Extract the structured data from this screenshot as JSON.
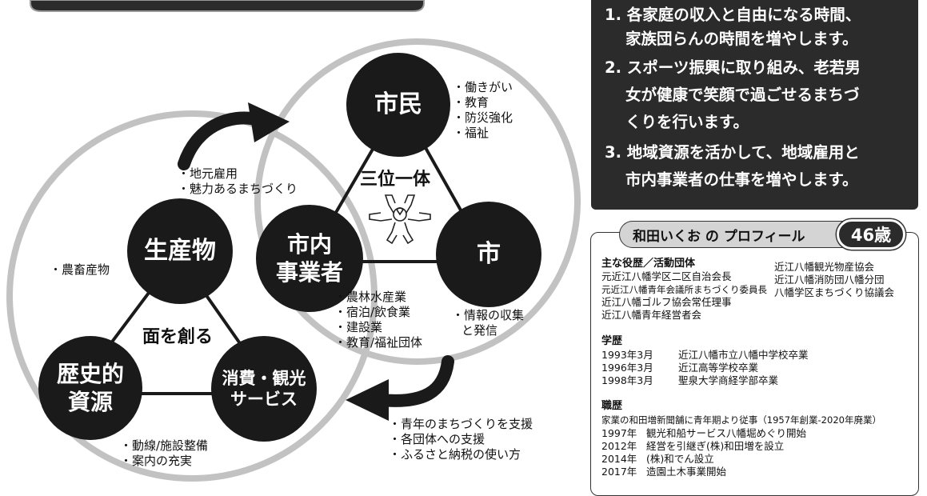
{
  "diagram": {
    "nodes": {
      "shimin": "市民",
      "shinai_line1": "市内",
      "shinai_line2": "事業者",
      "shi": "市",
      "seisanbutsu": "生産物",
      "rekishi_line1": "歴史的",
      "rekishi_line2": "資源",
      "shohi_line1": "消費・観光",
      "shohi_line2": "サービス"
    },
    "center_labels": {
      "sanmi": "三位一体",
      "men": "面を創る"
    },
    "shimin_items": [
      "・働きがい",
      "・教育",
      "・防災強化",
      "・福祉"
    ],
    "chigen_items": [
      "・地元雇用",
      "・魅力あるまちづくり"
    ],
    "nochiku_item": "・農畜産物",
    "jigyosha_items": [
      "・農林水産業",
      "・宿泊/飲食業",
      "・建設業",
      "・教育/福祉団体"
    ],
    "shi_items": [
      "・情報の収集",
      "と発信"
    ],
    "rekishi_items": [
      "・動線/施設整備",
      "・案内の充実"
    ],
    "support_items": [
      "・青年のまちづくりを支援",
      "・各団体への支援",
      "・ふるさと納税の使い方"
    ]
  },
  "goals": [
    {
      "lines": [
        "1. 各家庭の収入と自由になる時間、",
        "家族団らんの時間を増やします。"
      ]
    },
    {
      "lines": [
        "2. スポーツ振興に取り組み、老若男",
        "女が健康で笑顔で過ごせるまちづ",
        "くりを行います。"
      ]
    },
    {
      "lines": [
        "3. 地域資源を活かして、地域雇用と",
        "市内事業者の仕事を増やします。"
      ]
    }
  ],
  "profile": {
    "title": "和田いくお の プロフィール",
    "age": "46歳",
    "roles_heading": "主な役歴／活動団体",
    "roles_left": [
      "元近江八幡学区二区自治会長",
      "元近江八幡青年会議所まちづくり委員長",
      "近江八幡ゴルフ協会常任理事",
      "近江八幡青年経営者会"
    ],
    "roles_right": [
      "近江八幡観光物産協会",
      "近江八幡消防団八幡分団",
      "八幡学区まちづくり協議会"
    ],
    "education_heading": "学歴",
    "education": [
      {
        "date": "1993年3月",
        "text": "近江八幡市立八幡中学校卒業"
      },
      {
        "date": "1996年3月",
        "text": "近江高等学校卒業"
      },
      {
        "date": "1998年3月",
        "text": "聖泉大学商経学部卒業"
      }
    ],
    "career_heading": "職歴",
    "career_note": "家業の和田増新聞舗に青年期より従事（1957年創業-2020年廃業）",
    "career": [
      {
        "date": "1997年",
        "text": "観光和船サービス八幡堀めぐり開始"
      },
      {
        "date": "2012年",
        "text": "経営を引継ぎ(株)和田増を設立"
      },
      {
        "date": "2014年",
        "text": "(株)和でん設立"
      },
      {
        "date": "2017年",
        "text": "造園土木事業開始"
      }
    ]
  }
}
